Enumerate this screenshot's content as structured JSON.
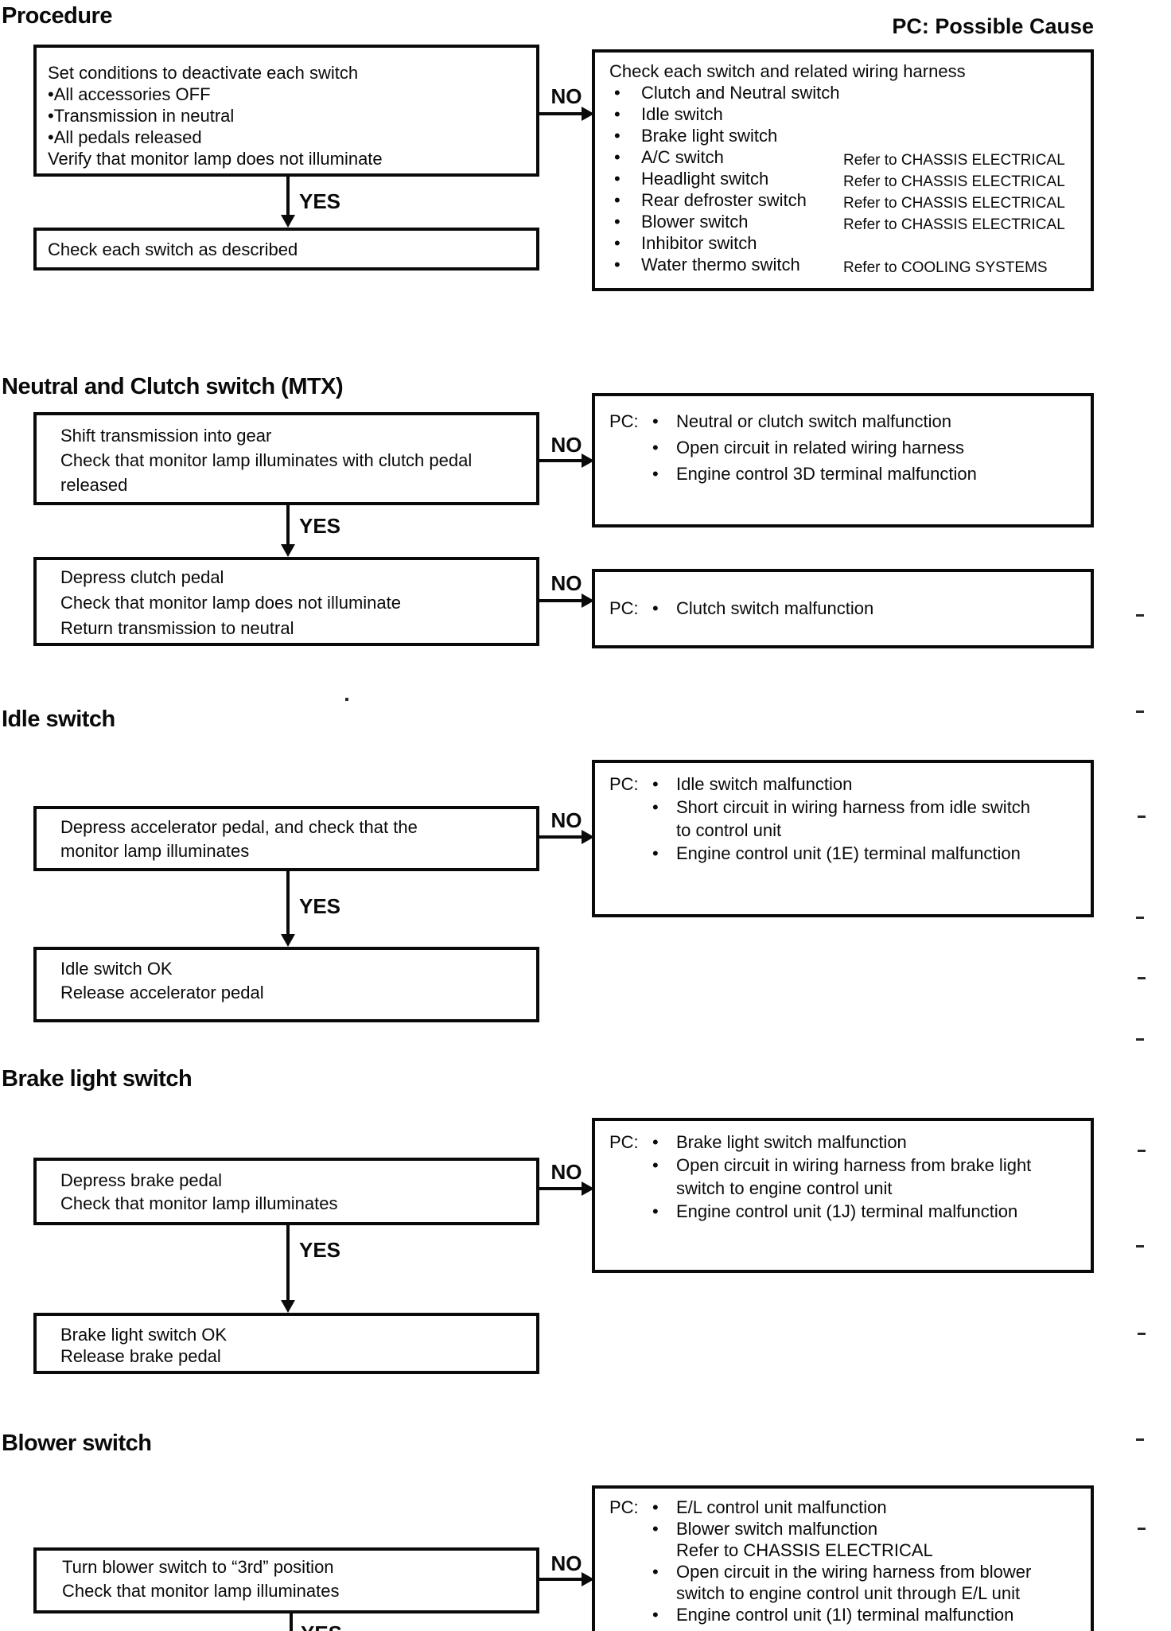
{
  "labels": {
    "yes": "YES",
    "no": "NO",
    "pc": "PC:",
    "bullet": "•"
  },
  "pc_legend": "PC: Possible Cause",
  "sections": [
    {
      "title": "Procedure",
      "start_box": {
        "lines": [
          "Set conditions to deactivate each switch",
          "•All accessories OFF",
          "•Transmission in neutral",
          "•All pedals released",
          "Verify that monitor lamp does not illuminate"
        ]
      },
      "result_box": {
        "lines": [
          "Check each switch as described"
        ]
      },
      "cause_box": {
        "header": "Check each switch and related wiring harness",
        "items": [
          {
            "name": "Clutch and Neutral switch",
            "refer": ""
          },
          {
            "name": "Idle switch",
            "refer": ""
          },
          {
            "name": "Brake light switch",
            "refer": ""
          },
          {
            "name": "A/C switch",
            "refer": "Refer to CHASSIS ELECTRICAL"
          },
          {
            "name": "Headlight switch",
            "refer": "Refer to CHASSIS ELECTRICAL"
          },
          {
            "name": "Rear defroster switch",
            "refer": "Refer to CHASSIS ELECTRICAL"
          },
          {
            "name": "Blower switch",
            "refer": "Refer to CHASSIS ELECTRICAL"
          },
          {
            "name": "Inhibitor switch",
            "refer": ""
          },
          {
            "name": "Water thermo switch",
            "refer": "Refer to COOLING SYSTEMS"
          }
        ]
      }
    },
    {
      "title": "Neutral and Clutch switch (MTX)",
      "step1": {
        "lines": [
          "Shift transmission into gear",
          "Check that monitor lamp illuminates with clutch pedal",
          "released"
        ]
      },
      "cause1": {
        "rows": [
          {
            "text": "Neutral or clutch switch malfunction"
          },
          {
            "text": "Open circuit in related wiring harness"
          },
          {
            "text": "Engine control 3D terminal malfunction"
          }
        ]
      },
      "step2": {
        "lines": [
          "Depress clutch pedal",
          "Check that monitor lamp does not illuminate",
          "Return transmission to neutral"
        ]
      },
      "cause2": {
        "rows": [
          {
            "text": "Clutch switch malfunction"
          }
        ]
      }
    },
    {
      "title": "Idle switch",
      "step1": {
        "lines": [
          "Depress accelerator pedal, and check that the",
          "monitor lamp illuminates"
        ]
      },
      "cause1": {
        "rows": [
          {
            "text": "Idle switch malfunction"
          },
          {
            "text": "Short circuit in wiring harness from idle switch"
          },
          {
            "text": "to control unit"
          },
          {
            "text": "Engine control unit (1E) terminal malfunction"
          }
        ]
      },
      "step2": {
        "lines": [
          "Idle switch OK",
          "Release accelerator pedal"
        ]
      }
    },
    {
      "title": "Brake light switch",
      "step1": {
        "lines": [
          "Depress brake pedal",
          "Check that monitor lamp illuminates"
        ]
      },
      "cause1": {
        "rows": [
          {
            "text": "Brake light switch malfunction"
          },
          {
            "text": "Open circuit in wiring harness from brake light"
          },
          {
            "text": "switch to engine control unit"
          },
          {
            "text": "Engine control unit (1J) terminal malfunction"
          }
        ]
      },
      "step2": {
        "lines": [
          "Brake light switch OK",
          "Release brake pedal"
        ]
      }
    },
    {
      "title": "Blower switch",
      "step1": {
        "lines": [
          "Turn blower switch to “3rd” position",
          "Check that monitor lamp illuminates"
        ]
      },
      "cause1": {
        "rows": [
          {
            "text": "E/L control unit malfunction"
          },
          {
            "text": "Blower switch malfunction"
          },
          {
            "text": "Refer to CHASSIS ELECTRICAL"
          },
          {
            "text": "Open circuit in the wiring harness from blower"
          },
          {
            "text": "switch to engine control unit through E/L unit"
          },
          {
            "text": "Engine control unit (1I) terminal malfunction"
          }
        ]
      }
    }
  ]
}
